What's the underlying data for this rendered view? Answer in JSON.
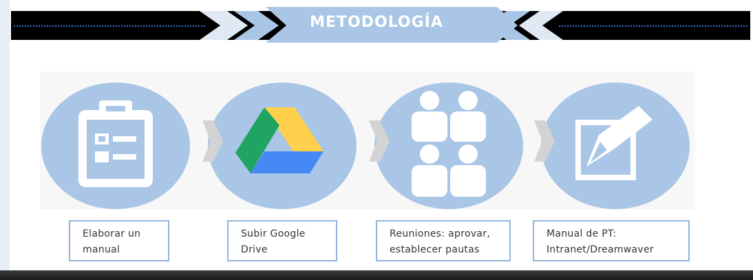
{
  "header": {
    "title": "METODOLOGÍA"
  },
  "steps": [
    {
      "icon": "clipboard-checklist-icon",
      "line1": "Elaborar un",
      "line2": "manual"
    },
    {
      "icon": "google-drive-icon",
      "line1": "Subir Google",
      "line2": "Drive"
    },
    {
      "icon": "people-group-icon",
      "line1": "Reuniones: aprovar,",
      "line2": "establecer pautas"
    },
    {
      "icon": "edit-document-icon",
      "line1": "Manual de PT:",
      "line2": "Intranet/Dreamwaver"
    }
  ],
  "colors": {
    "circle": "#a9c6e6",
    "banner": "#a9c6e6",
    "header_bar": "#000000",
    "caption_border": "#8fb4dd",
    "chevron": "#d3d3d3",
    "drive_green": "#1fa463",
    "drive_yellow": "#ffd04b",
    "drive_blue": "#4688f4"
  }
}
